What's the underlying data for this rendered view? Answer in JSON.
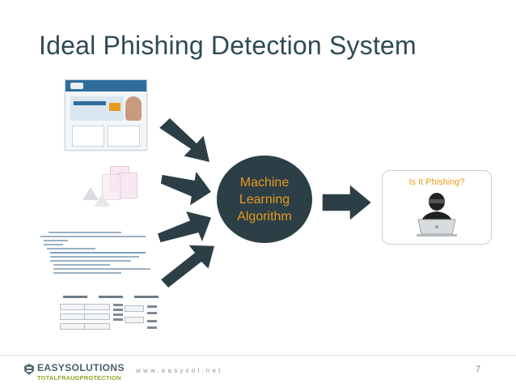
{
  "slide": {
    "title": "Ideal Phishing Detection System",
    "center_node": {
      "label_line1": "Machine",
      "label_line2": "Learning",
      "label_line3": "Algorithm"
    },
    "output": {
      "label": "Is It Phishing?"
    },
    "inputs": [
      {
        "icon": "webpage-screenshot-icon"
      },
      {
        "icon": "images-icon"
      },
      {
        "icon": "source-code-icon"
      },
      {
        "icon": "form-fields-icon"
      }
    ],
    "footer": {
      "brand": "EASYSOLUTIONS",
      "brand_tagline": "TOTALFRAUDPROTECTION",
      "url": "www.easysol.net",
      "page_number": "7"
    },
    "colors": {
      "title": "#2e4a55",
      "circle": "#2c3f46",
      "arrow": "#2c3f46",
      "accent": "#e79a1f",
      "tagline": "#8ea92f"
    }
  }
}
